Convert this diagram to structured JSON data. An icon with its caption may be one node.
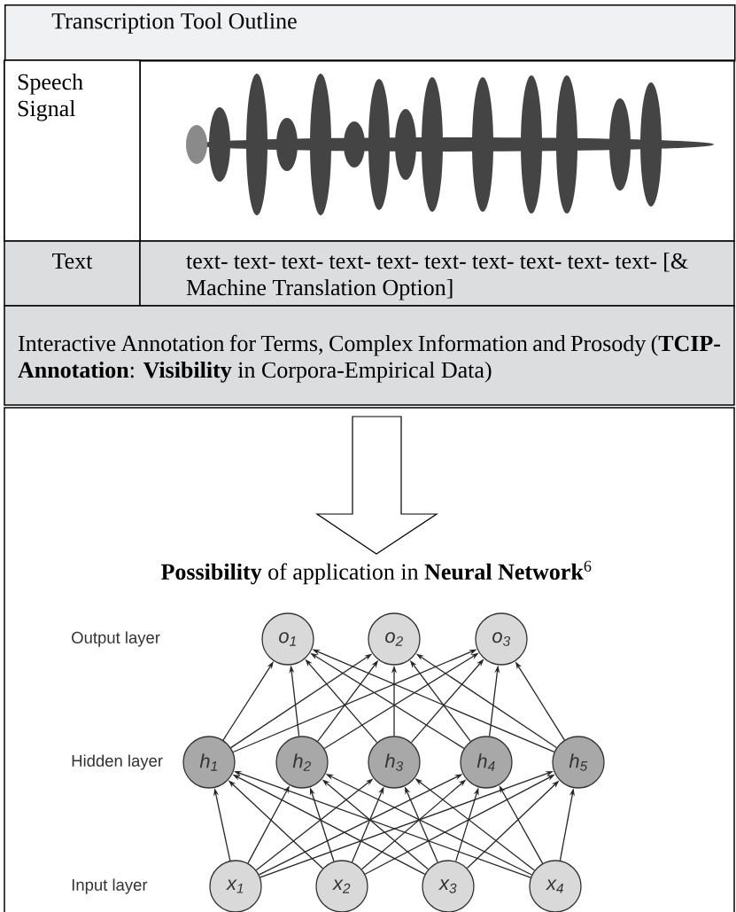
{
  "diagram": {
    "title": "Transcription Tool Outline",
    "nodes": [
      {
        "text": [
          "Speech Signal"
        ]
      },
      {
        "text": [
          "Text"
        ]
      },
      {
        "text": [
          "text- text- text- text- text- text- text- text- text- text- [& Machine Translation Option]"
        ]
      },
      {
        "text": [
          "Interactive Annotation for Terms, Complex Information and Prosody (**TCIP-Annotation**: **Visibility** in Corpora-Empirical Data)"
        ]
      },
      {
        "text": [
          "o$_{1}$"
        ]
      },
      {
        "text": [
          "o$_{2}$"
        ]
      },
      {
        "text": [
          "o$_{3}$"
        ]
      },
      {
        "text": [
          "h$_{1}$"
        ]
      },
      {
        "text": [
          "h$_{2}$"
        ]
      },
      {
        "text": [
          "h$_{3}$"
        ]
      },
      {
        "text": [
          "h$_{4}$"
        ]
      },
      {
        "text": [
          "h$_{5}$"
        ]
      },
      {
        "text": [
          "x$_{1}$"
        ]
      },
      {
        "text": [
          "x$_{2}$"
        ]
      },
      {
        "text": [
          "x$_{3}$"
        ]
      },
      {
        "text": [
          "x$_{4}$"
        ]
      }
    ],
    "edges": [
      {
        "from": 12,
        "to": 7,
        "arrow": "to"
      },
      {
        "from": 12,
        "to": 8,
        "arrow": "to"
      },
      {
        "from": 12,
        "to": 9,
        "arrow": "to"
      },
      {
        "from": 12,
        "to": 10,
        "arrow": "to"
      },
      {
        "from": 12,
        "to": 11,
        "arrow": "to"
      },
      {
        "from": 13,
        "to": 7,
        "arrow": "to"
      },
      {
        "from": 13,
        "to": 8,
        "arrow": "to"
      },
      {
        "from": 13,
        "to": 9,
        "arrow": "to"
      },
      {
        "from": 13,
        "to": 10,
        "arrow": "to"
      },
      {
        "from": 13,
        "to": 11,
        "arrow": "to"
      },
      {
        "from": 14,
        "to": 7,
        "arrow": "to"
      },
      {
        "from": 14,
        "to": 8,
        "arrow": "to"
      },
      {
        "from": 14,
        "to": 9,
        "arrow": "to"
      },
      {
        "from": 14,
        "to": 10,
        "arrow": "to"
      },
      {
        "from": 14,
        "to": 11,
        "arrow": "to"
      },
      {
        "from": 15,
        "to": 7,
        "arrow": "to"
      },
      {
        "from": 15,
        "to": 8,
        "arrow": "to"
      },
      {
        "from": 15,
        "to": 9,
        "arrow": "to"
      },
      {
        "from": 15,
        "to": 10,
        "arrow": "to"
      },
      {
        "from": 15,
        "to": 11,
        "arrow": "to"
      },
      {
        "from": 7,
        "to": 4,
        "arrow": "to"
      },
      {
        "from": 7,
        "to": 5,
        "arrow": "to"
      },
      {
        "from": 7,
        "to": 6,
        "arrow": "to"
      },
      {
        "from": 8,
        "to": 4,
        "arrow": "to"
      },
      {
        "from": 8,
        "to": 5,
        "arrow": "to"
      },
      {
        "from": 8,
        "to": 6,
        "arrow": "to"
      },
      {
        "from": 9,
        "to": 4,
        "arrow": "to"
      },
      {
        "from": 9,
        "to": 5,
        "arrow": "to"
      },
      {
        "from": 9,
        "to": 6,
        "arrow": "to"
      },
      {
        "from": 10,
        "to": 4,
        "arrow": "to"
      },
      {
        "from": 10,
        "to": 5,
        "arrow": "to"
      },
      {
        "from": 10,
        "to": 6,
        "arrow": "to"
      },
      {
        "from": 11,
        "to": 4,
        "arrow": "to"
      },
      {
        "from": 11,
        "to": 5,
        "arrow": "to"
      },
      {
        "from": 11,
        "to": 6,
        "arrow": "to"
      }
    ],
    "labels": [
      "**Possibility** of application in **Neural Network**$^{6}$",
      "Output layer",
      "Hidden layer",
      "Input layer"
    ]
  }
}
